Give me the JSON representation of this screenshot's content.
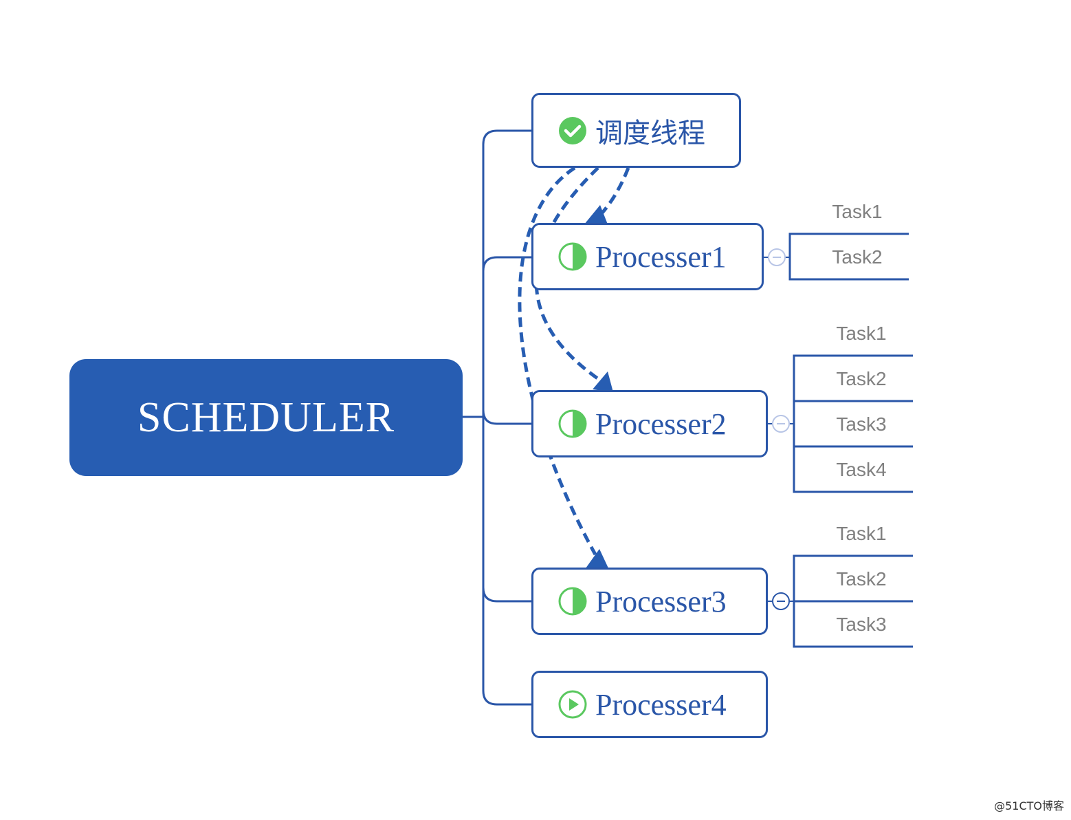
{
  "root": {
    "label": "SCHEDULER"
  },
  "nodes": [
    {
      "label": "调度线程",
      "status_icon": "check-circle-icon"
    },
    {
      "label": "Processer1",
      "status_icon": "half-circle-icon",
      "tasks": [
        "Task1",
        "Task2"
      ]
    },
    {
      "label": "Processer2",
      "status_icon": "half-circle-icon",
      "tasks": [
        "Task1",
        "Task2",
        "Task3",
        "Task4"
      ]
    },
    {
      "label": "Processer3",
      "status_icon": "half-circle-icon",
      "tasks": [
        "Task1",
        "Task2",
        "Task3"
      ]
    },
    {
      "label": "Processer4",
      "status_icon": "play-circle-icon"
    }
  ],
  "watermark": "@51CTO博客",
  "colors": {
    "primary": "#275db2",
    "line": "#2a56a8",
    "icon_green": "#5ac85f",
    "task_text": "#808080"
  }
}
